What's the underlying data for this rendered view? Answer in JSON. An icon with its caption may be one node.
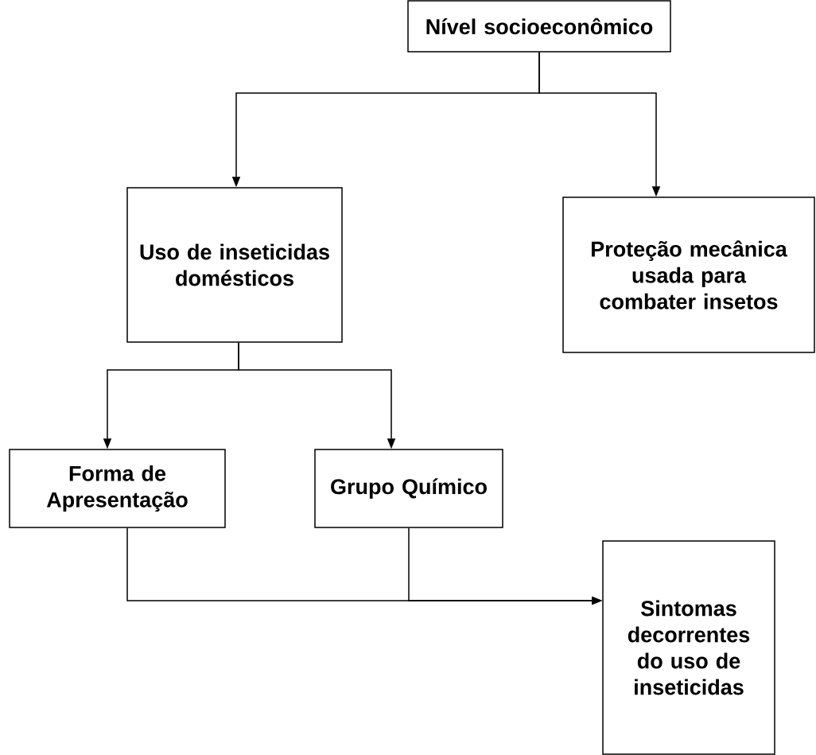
{
  "diagram": {
    "nodes": [
      {
        "text": [
          "Nível socioeconômico"
        ]
      },
      {
        "text": [
          "Uso de inseticidas domésticos"
        ]
      },
      {
        "text": [
          "Proteção mecânica usada para combater insetos"
        ]
      },
      {
        "text": [
          "Forma de Apresentação"
        ]
      },
      {
        "text": [
          "Grupo Químico"
        ]
      },
      {
        "text": [
          "Sintomas decorrentes do uso de inseticidas"
        ]
      }
    ],
    "edges": [
      {
        "from": 0,
        "to": 1,
        "arrow": "to"
      },
      {
        "from": 0,
        "to": 2,
        "arrow": "to"
      },
      {
        "from": 1,
        "to": 3,
        "arrow": "to"
      },
      {
        "from": 1,
        "to": 4,
        "arrow": "to"
      },
      {
        "from": 3,
        "to": 5,
        "arrow": "to"
      },
      {
        "from": 4,
        "to": 5,
        "arrow": "to"
      }
    ]
  }
}
